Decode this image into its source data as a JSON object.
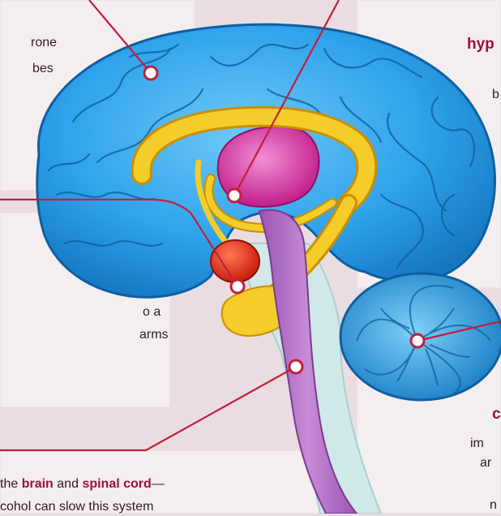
{
  "colors": {
    "background": "#e9dde2",
    "panel": "#f4eef1",
    "cerebrum": "#2fa3ec",
    "limbic": "#f2c21f",
    "thalamus": "#d6339f",
    "amygdala": "#e5341a",
    "brainstem": "#b06ac1",
    "cerebellum": "#3aa6e4",
    "leader_line": "#c21f3a"
  },
  "labels": {
    "top_left_line1": "rone",
    "top_left_line2": "bes",
    "top_right_heading": "hyp",
    "top_right_line1": "b",
    "mid_left_line1": "o a",
    "mid_left_line2": "arms",
    "bottom_right_line1": "c",
    "bottom_right_line2": "im",
    "bottom_right_line3": "ar",
    "bottom_right_line4": "n",
    "bottom_left_prefix": "the",
    "bottom_left_brain": "brain",
    "bottom_left_and": "and",
    "bottom_left_spinal": "spinal cord",
    "bottom_left_dash": "—",
    "bottom_left_line2": "cohol can slow this system"
  }
}
